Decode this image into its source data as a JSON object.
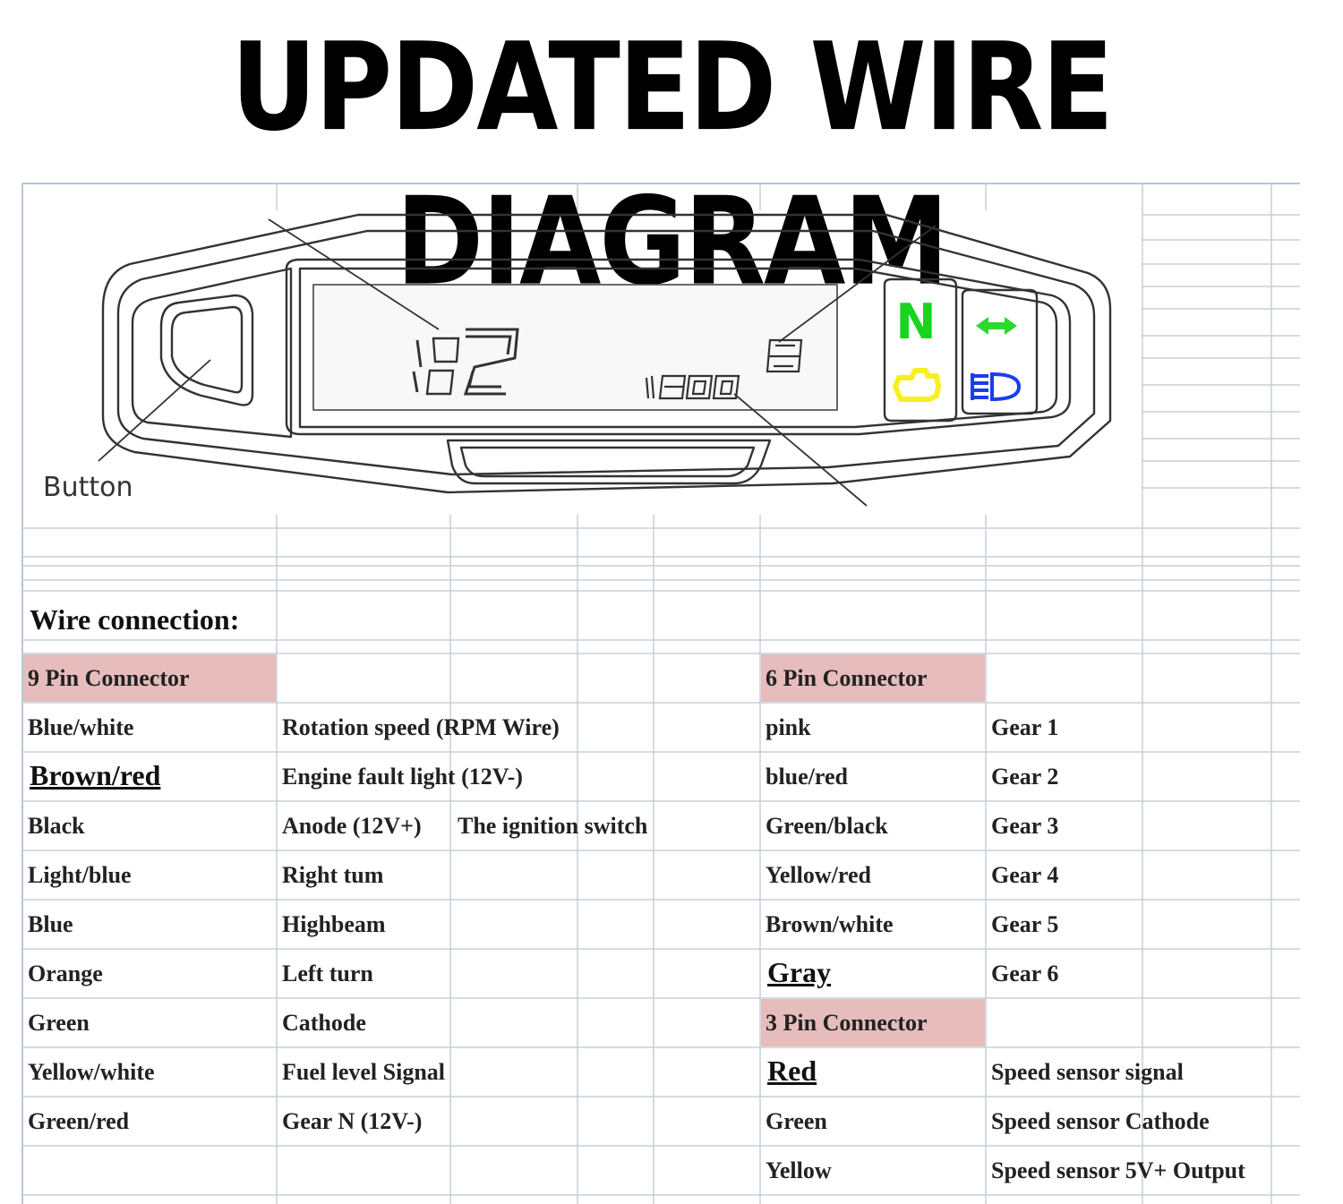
{
  "title": "UPDATED WIRE DIAGRAM",
  "button_label": "Button",
  "display": {
    "speed": "12",
    "rpm": "1900",
    "gear": "8",
    "neutral": "N"
  },
  "colors": {
    "neutral": "#18d41d",
    "turn": "#2bd92e",
    "fault": "#f5f020",
    "highbeam": "#1b3cf0",
    "header_bg": "#e6bcbc"
  },
  "icons": [
    "turn-arrows-icon",
    "engine-fault-icon",
    "highbeam-icon"
  ],
  "wire_connection_label": "Wire connection:",
  "nine_pin": {
    "header": "9 Pin Connector",
    "rows": [
      {
        "wire": "Blue/white",
        "function": "Rotation speed (RPM Wire)",
        "extra": ""
      },
      {
        "wire": "Brown/red",
        "function": "Engine fault light (12V-)",
        "extra": ""
      },
      {
        "wire": "Black",
        "function": "Anode (12V+)",
        "extra": "The ignition switch"
      },
      {
        "wire": "Light/blue",
        "function": "Right tum",
        "extra": ""
      },
      {
        "wire": "Blue",
        "function": "Highbeam",
        "extra": ""
      },
      {
        "wire": "Orange",
        "function": "Left turn",
        "extra": ""
      },
      {
        "wire": "Green",
        "function": "Cathode",
        "extra": ""
      },
      {
        "wire": "Yellow/white",
        "function": "Fuel level Signal",
        "extra": ""
      },
      {
        "wire": "Green/red",
        "function": "Gear N (12V-)",
        "extra": ""
      }
    ]
  },
  "six_pin": {
    "header": "6 Pin Connector",
    "rows": [
      {
        "wire": "pink",
        "function": "Gear 1"
      },
      {
        "wire": "blue/red",
        "function": "Gear 2"
      },
      {
        "wire": "Green/black",
        "function": "Gear 3"
      },
      {
        "wire": "Yellow/red",
        "function": "Gear 4"
      },
      {
        "wire": "Brown/white",
        "function": "Gear 5"
      },
      {
        "wire": "Gray",
        "function": "Gear 6"
      }
    ]
  },
  "three_pin": {
    "header": "3 Pin Connector",
    "rows": [
      {
        "wire": "Red",
        "function": "Speed sensor signal"
      },
      {
        "wire": "Green",
        "function": "Speed sensor Cathode"
      },
      {
        "wire": "Yellow",
        "function": "Speed sensor 5V+ Output"
      }
    ]
  }
}
